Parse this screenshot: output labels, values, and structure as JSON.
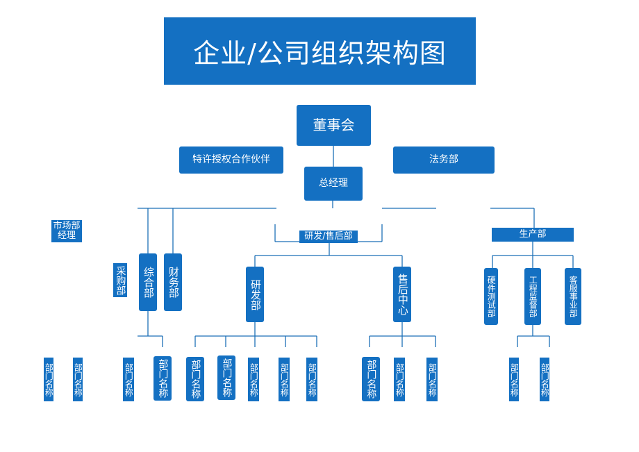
{
  "title": "企业/公司组织架构图",
  "colors": {
    "box_fill": "#1470c2",
    "connector": "#1c6fb6",
    "text": "#ffffff"
  },
  "top": {
    "board": "董事会",
    "franchise": "特许授权合作伙伴",
    "legal": "法务部",
    "gm": "总经理"
  },
  "left": {
    "market_manager": "市场部\n经理",
    "purchasing": "采购部",
    "general_affairs": "综合部",
    "finance": "财务部"
  },
  "rd": {
    "header": "研发/售后部",
    "rd_dept": "研发部",
    "after_sales": "售后中心"
  },
  "production": {
    "header": "生产部",
    "hw_test": "硬件测试部",
    "engineering_supervision": "工程监督部",
    "customer_service": "客服事业部"
  },
  "dept_name_label": "部门名称"
}
